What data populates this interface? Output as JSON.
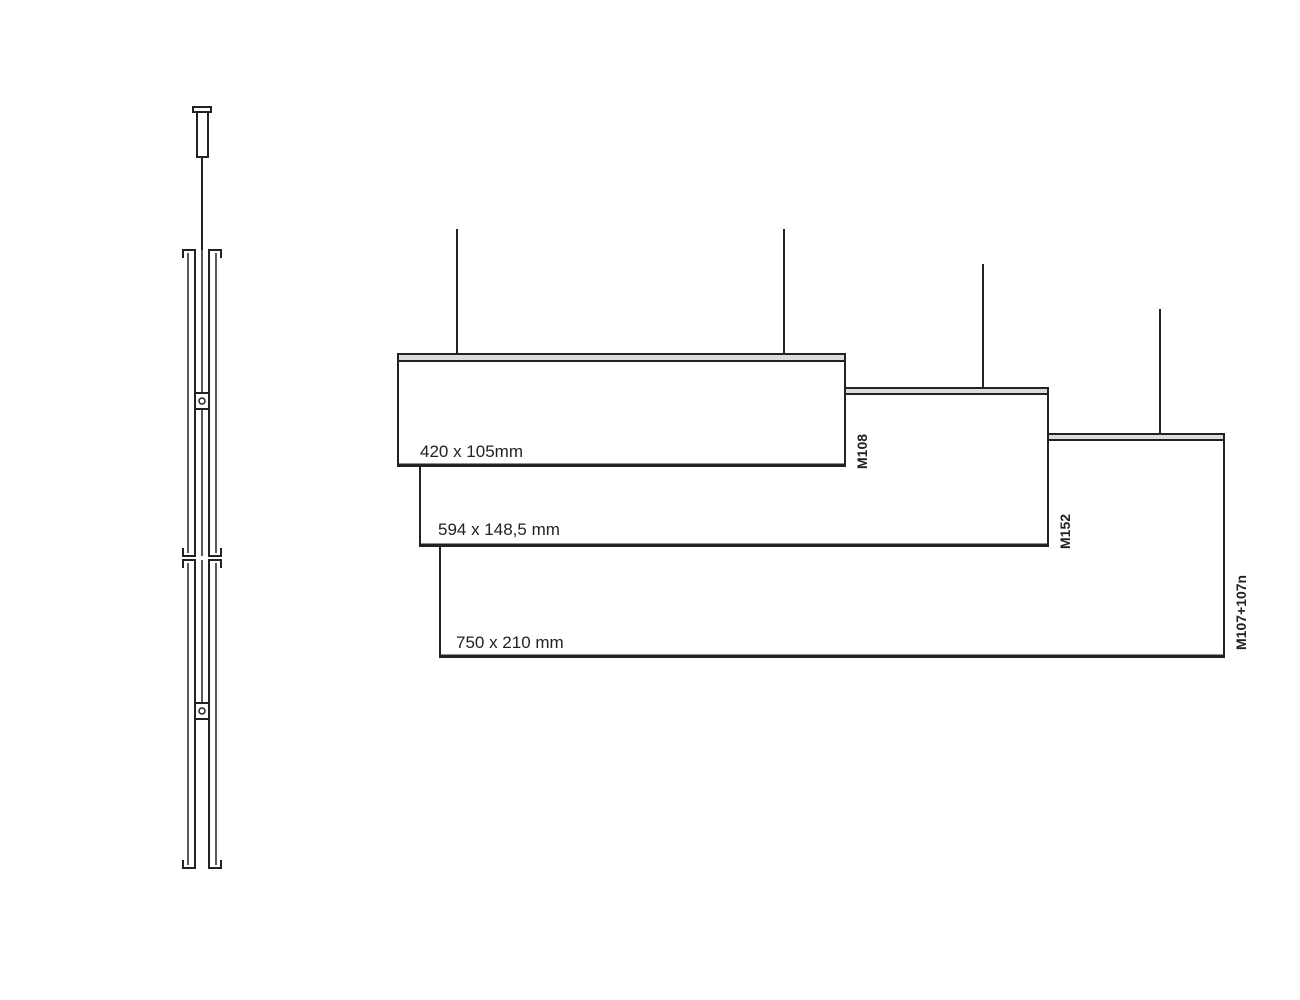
{
  "panels": [
    {
      "dimension_label": "420 x 105mm",
      "code": "M108"
    },
    {
      "dimension_label": "594 x 148,5 mm",
      "code": "M152"
    },
    {
      "dimension_label": "750 x 210 mm",
      "code": "M107+107n"
    }
  ],
  "colors": {
    "line": "#222222",
    "rail_fill": "#dcdcdc",
    "background": "#ffffff"
  }
}
